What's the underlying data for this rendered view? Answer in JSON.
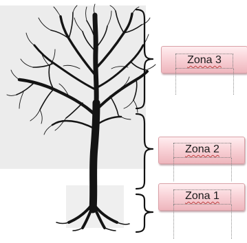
{
  "zones": [
    {
      "label": "Zona 3"
    },
    {
      "label": "Zona 2"
    },
    {
      "label": "Zona 1"
    }
  ],
  "colors": {
    "tree": "#141414",
    "background_panel": "#ececec",
    "brace": "#111111",
    "label_border": "#d9a0a6"
  }
}
